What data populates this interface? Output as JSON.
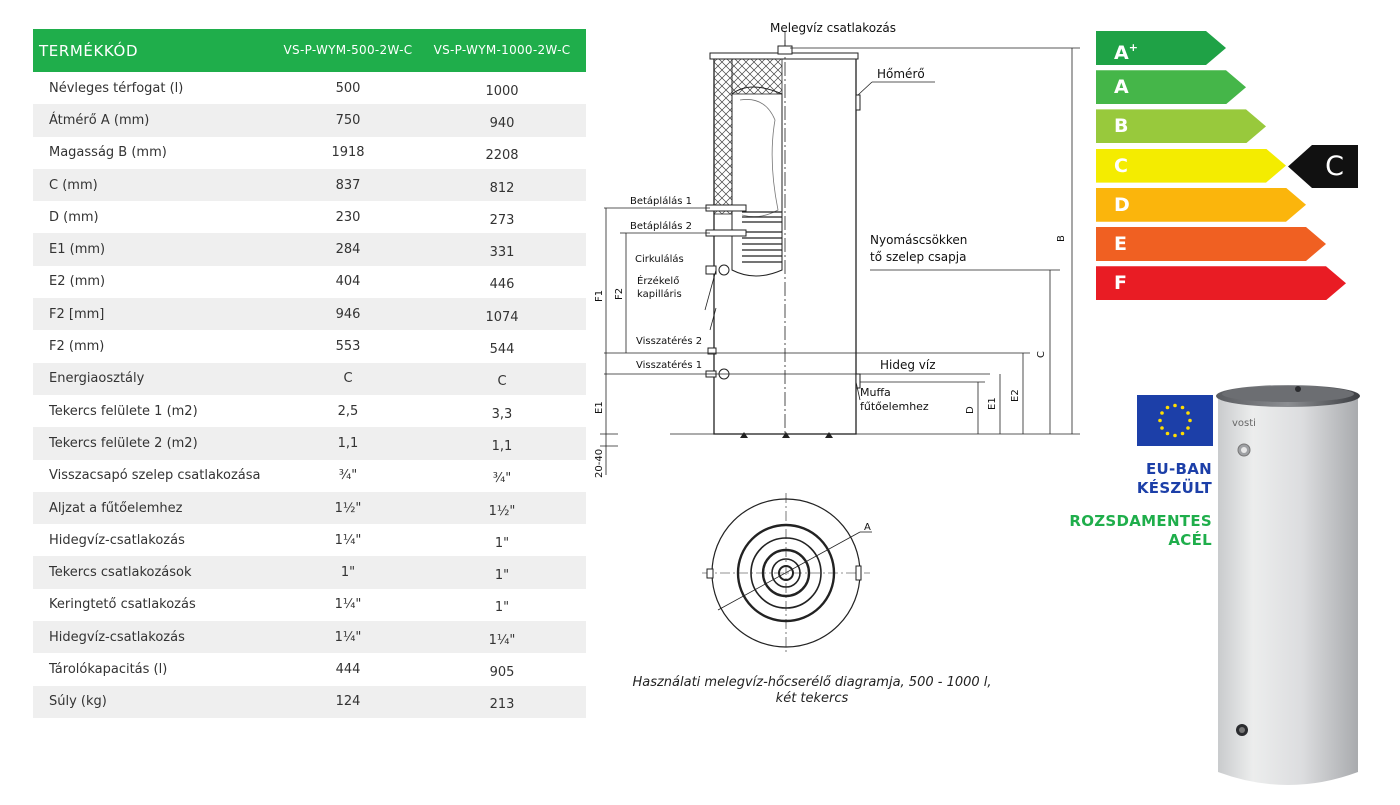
{
  "table": {
    "header": {
      "label": "TERMÉKKÓD",
      "model1": "VS-P-WYM-500-2W-C",
      "model2": "VS-P-WYM-1000-2W-C"
    },
    "rows": [
      {
        "label": "Névleges térfogat (l)",
        "v1": "500",
        "v2": "1000"
      },
      {
        "label": "Átmérő A (mm)",
        "v1": "750",
        "v2": "940"
      },
      {
        "label": "Magasság B (mm)",
        "v1": "1918",
        "v2": "2208"
      },
      {
        "label": "C (mm)",
        "v1": "837",
        "v2": "812"
      },
      {
        "label": "D (mm)",
        "v1": "230",
        "v2": "273"
      },
      {
        "label": "E1 (mm)",
        "v1": "284",
        "v2": "331"
      },
      {
        "label": "E2 (mm)",
        "v1": "404",
        "v2": "446"
      },
      {
        "label": "F2 [mm]",
        "v1": "946",
        "v2": "1074"
      },
      {
        "label": "F2 (mm)",
        "v1": "553",
        "v2": "544"
      },
      {
        "label": "Energiaosztály",
        "v1": "C",
        "v2": "C"
      },
      {
        "label": "Tekercs felülete 1  (m2)",
        "v1": "2,5",
        "v2": "3,3"
      },
      {
        "label": "Tekercs felülete 2 (m2)",
        "v1": "1,1",
        "v2": "1,1"
      },
      {
        "label": "Visszacsapó szelep csatlakozása",
        "v1": "¾\"",
        "v2": "¾\""
      },
      {
        "label": "Aljzat a fűtőelemhez",
        "v1": "1½\"",
        "v2": "1½\""
      },
      {
        "label": "Hidegvíz-csatlakozás",
        "v1": "1¼\"",
        "v2": "1\""
      },
      {
        "label": "Tekercs csatlakozások",
        "v1": "1\"",
        "v2": "1\""
      },
      {
        "label": "Keringtető csatlakozás",
        "v1": "1¼\"",
        "v2": "1\""
      },
      {
        "label": "Hidegvíz-csatlakozás",
        "v1": "1¼\"",
        "v2": "1¼\""
      },
      {
        "label": "Tárolókapacitás (l)",
        "v1": "444",
        "v2": "905"
      },
      {
        "label": "Súly (kg)",
        "v1": "124",
        "v2": "213"
      }
    ]
  },
  "diagram": {
    "hot_water_connection": "Melegvíz csatlakozás",
    "thermometer": "Hőmérő",
    "feed_1": "Betáplálás 1",
    "feed_2": "Betáplálás 2",
    "circulation": "Cirkulálás",
    "sensor_line1": "Érzékelő",
    "sensor_line2": "kapilláris",
    "return_2": "Visszatérés 2",
    "return_1": "Visszatérés 1",
    "pressure_line1": "Nyomáscsökken",
    "pressure_line2": "tő szelep csapja",
    "cold_water": "Hideg víz",
    "sleeve_line1": "Muffa",
    "sleeve_line2": "fűtőelemhez",
    "dim_b": "B",
    "dim_c": "C",
    "dim_d": "D",
    "dim_e1": "E1",
    "dim_e2": "E2",
    "dim_f1": "F1",
    "dim_f2": "F2",
    "dim_e1_left": "E1",
    "dim_base": "20-40",
    "dim_a": "A",
    "caption_line1": "Használati melegvíz-hőcserélő diagramja, 500 - 1000 l,",
    "caption_line2": "két tekercs"
  },
  "energy": {
    "classes": [
      {
        "letter": "A",
        "sup": "+",
        "color": "#1fa246"
      },
      {
        "letter": "A",
        "sup": "",
        "color": "#45b649"
      },
      {
        "letter": "B",
        "sup": "",
        "color": "#98c93c"
      },
      {
        "letter": "C",
        "sup": "",
        "color": "#f4ec00"
      },
      {
        "letter": "D",
        "sup": "",
        "color": "#fbb50c"
      },
      {
        "letter": "E",
        "sup": "",
        "color": "#f06022"
      },
      {
        "letter": "F",
        "sup": "",
        "color": "#e91c24"
      }
    ],
    "rating": "C"
  },
  "badges": {
    "eu_made_line1": "EU-BAN",
    "eu_made_line2": "KÉSZÜLT",
    "stainless_line1": "ROZSDAMENTES",
    "stainless_line2": "ACÉL",
    "eu_blue": "#1c3fa8",
    "green": "#1fae4b"
  },
  "product": {
    "brand": "vosti"
  }
}
